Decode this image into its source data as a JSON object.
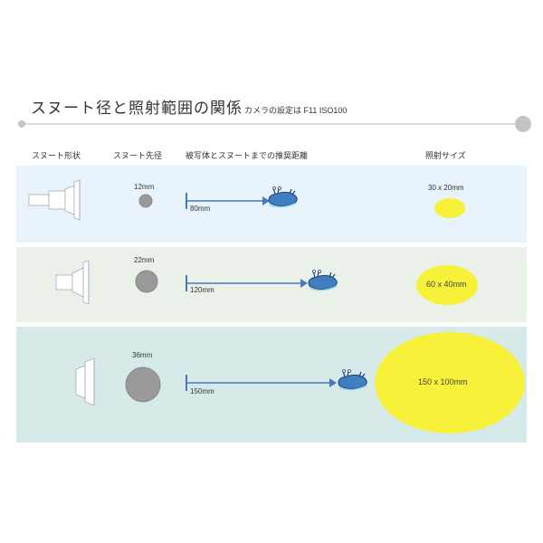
{
  "title": "スヌート径と照射範囲の関係",
  "subtitle": "カメラの設定は F11 ISO100",
  "headers": {
    "shape": "スヌート形状",
    "tip": "スヌート先径",
    "distance": "被写体とスヌートまでの推奨距離",
    "area": "照射サイズ"
  },
  "rows": [
    {
      "diameter": "12mm",
      "distance": "80mm",
      "area": "30 x 20mm"
    },
    {
      "diameter": "22mm",
      "distance": "120mm",
      "area": "60 x 40mm"
    },
    {
      "diameter": "36mm",
      "distance": "150mm",
      "area": "150 x 100mm"
    }
  ],
  "colors": {
    "band1": "#e8f3fb",
    "band2": "#eaf1e9",
    "band3": "#d6ebe9",
    "ellipse": "#f8f13a",
    "arrow": "#4a78b8",
    "dot": "#999999"
  }
}
